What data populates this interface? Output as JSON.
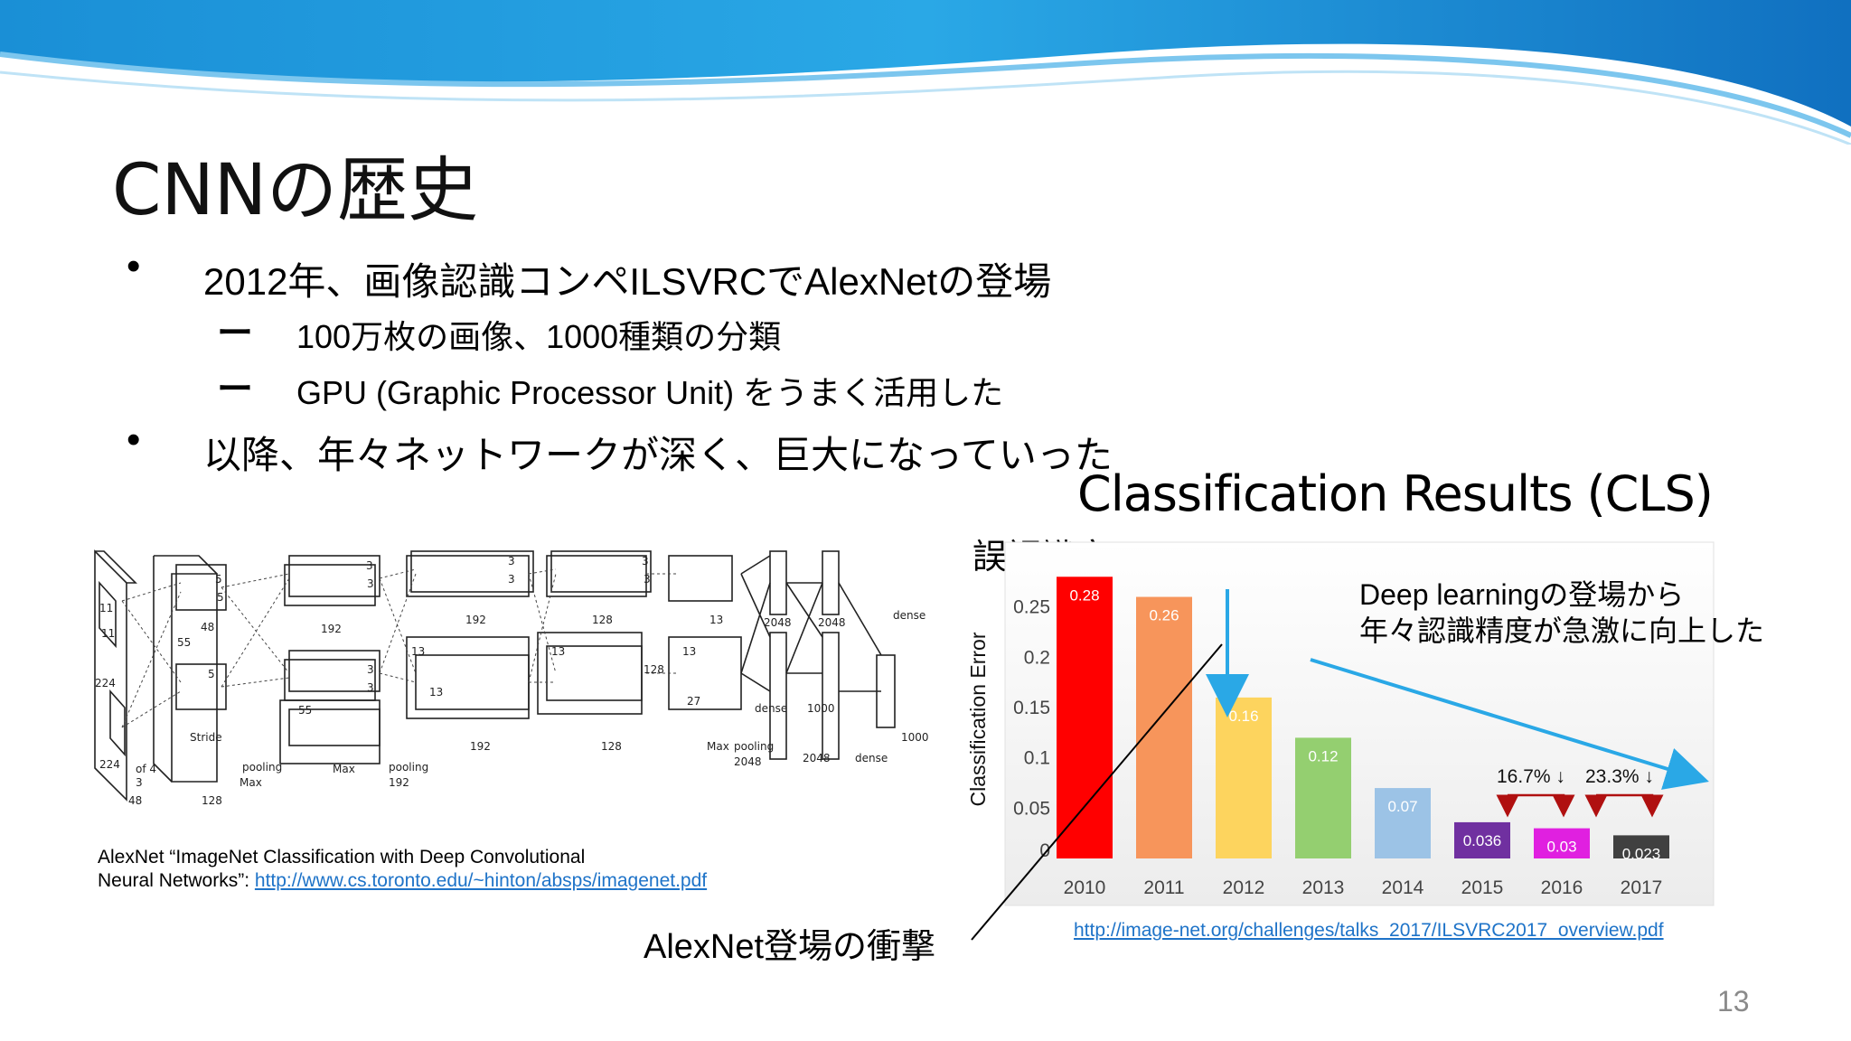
{
  "slide": {
    "title": "CNNの歴史",
    "bullets": [
      {
        "text": "2012年、画像認識コンペILSVRCでAlexNetの登場",
        "marker": "•"
      },
      {
        "text": "以降、年々ネットワークが深く、巨大になっていった",
        "marker": "•"
      }
    ],
    "subbullets": [
      {
        "text": "100万枚の画像、1000種類の分類",
        "marker": "ー"
      },
      {
        "text": "GPU (Graphic Processor Unit) をうまく活用した",
        "marker": "ー"
      }
    ],
    "page_number": "13"
  },
  "chart_heading": "Classification Results (CLS)",
  "error_label": "誤認識率",
  "annotation": {
    "line1": "Deep learningの登場から",
    "line2": "年々認識精度が急激に向上した",
    "pct1": "16.7% ↓",
    "pct2": "23.3% ↓"
  },
  "alexnet_impact": "AlexNet登場の衝撃",
  "refs": {
    "alexnet_line1": "AlexNet “ImageNet Classification with Deep Convolutional",
    "alexnet_line2": "Neural Networks”: ",
    "alexnet_url": "http://www.cs.toronto.edu/~hinton/absps/imagenet.pdf",
    "imagenet_url": "http://image-net.org/challenges/talks_2017/ILSVRC2017_overview.pdf"
  },
  "diagram": {
    "labels": [
      "11",
      "11",
      "224",
      "224",
      "5",
      "5",
      "48",
      "55",
      "5",
      "3",
      "3",
      "3",
      "3",
      "3",
      "3",
      "3",
      "3",
      "128",
      "192",
      "192",
      "128",
      "13",
      "13",
      "13",
      "13",
      "13",
      "27",
      "55",
      "Stride",
      "of 4",
      "3",
      "48",
      "128",
      "Max",
      "pooling",
      "Max",
      "pooling",
      "192",
      "192",
      "128",
      "Max",
      "pooling",
      "2048",
      "2048",
      "2048",
      "2048",
      "dense",
      "dense",
      "dense",
      "1000"
    ]
  },
  "chart_data": {
    "type": "bar",
    "categories": [
      "2010",
      "2011",
      "2012",
      "2013",
      "2014",
      "2015",
      "2016",
      "2017"
    ],
    "values": [
      0.28,
      0.26,
      0.16,
      0.12,
      0.07,
      0.036,
      0.03,
      0.023
    ],
    "value_labels": [
      "0.28",
      "0.26",
      "0.16",
      "0.12",
      "0.07",
      "0.036",
      "0.03",
      "0.023"
    ],
    "colors": [
      "#ff0000",
      "#f7955b",
      "#fdd45e",
      "#94cf70",
      "#9cc3e6",
      "#7030a0",
      "#e020e0",
      "#404040"
    ],
    "ylabel": "Classification Error",
    "yticks": [
      "0",
      "0.05",
      "0.1",
      "0.15",
      "0.2",
      "0.25"
    ],
    "ytick_values": [
      0,
      0.05,
      0.1,
      0.15,
      0.2,
      0.25
    ],
    "ylim": [
      0,
      0.3
    ],
    "grid": false
  }
}
